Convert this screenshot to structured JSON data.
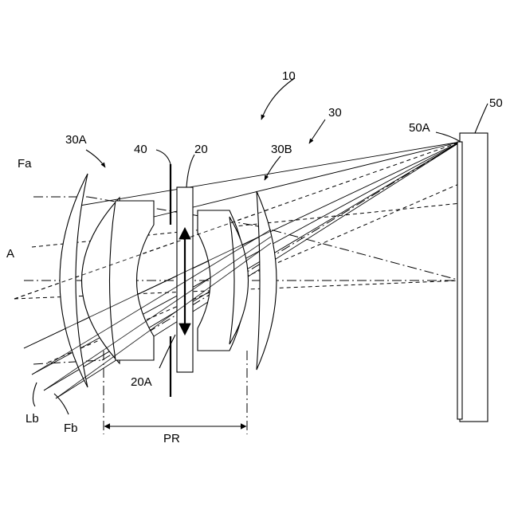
{
  "labels": {
    "system": "10",
    "optics": "30",
    "optics_front": "30A",
    "optics_rear": "30B",
    "plate": "20",
    "plate_region": "20A",
    "stop": "40",
    "sensor": "50",
    "sensor_surface": "50A",
    "axis": "A",
    "focus_a": "Fa",
    "focus_b": "Fb",
    "ray_b": "Lb",
    "range": "PR"
  }
}
